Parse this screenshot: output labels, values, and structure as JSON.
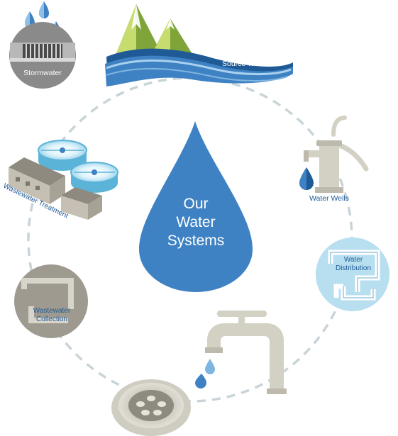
{
  "center": {
    "line1": "Our",
    "line2": "Water",
    "line3": "Systems"
  },
  "stages": {
    "stormwater": "Stormwater",
    "source_water": "Source Water",
    "water_wells": "Water Wells",
    "water_distribution_1": "Water",
    "water_distribution_2": "Distribution",
    "wastewater_collection_1": "Wastewater",
    "wastewater_collection_2": "Collection",
    "wastewater_treatment": "Wastewater Treatment"
  },
  "colors": {
    "drop_blue": "#3f82c4",
    "dark_blue": "#1f5a96",
    "light_blue": "#bfe0f2",
    "ring_dash": "#c8d3d8",
    "grey_fixture": "#d3d0c4",
    "green": "#7ea43a",
    "lime": "#c4d86a"
  }
}
